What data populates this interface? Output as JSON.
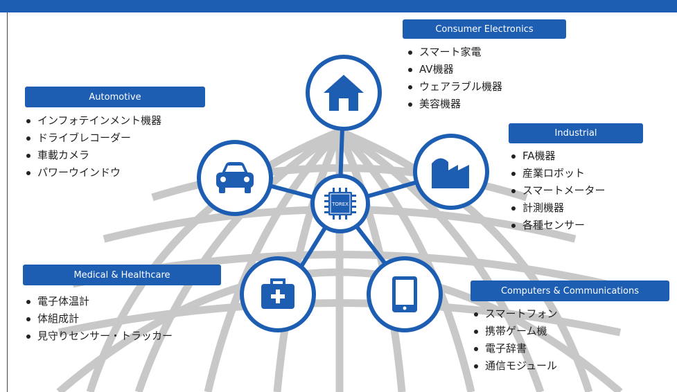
{
  "colors": {
    "brand": "#1d5eb3",
    "globe_lines": "#c8c8c8",
    "text": "#222222"
  },
  "center": {
    "chip_label": "TOREX",
    "icon": "chip-icon"
  },
  "categories": {
    "consumer": {
      "label": "Consumer Electronics",
      "icon": "home-icon",
      "items": [
        "スマート家電",
        "AV機器",
        "ウェアラブル機器",
        "美容機器"
      ]
    },
    "automotive": {
      "label": "Automotive",
      "icon": "car-icon",
      "items": [
        "インフォテインメント機器",
        "ドライブレコーダー",
        "車載カメラ",
        "パワーウインドウ"
      ]
    },
    "industrial": {
      "label": "Industrial",
      "icon": "factory-icon",
      "items": [
        "FA機器",
        "産業ロボット",
        "スマートメーター",
        "計測機器",
        "各種センサー"
      ]
    },
    "medical": {
      "label": "Medical & Healthcare",
      "icon": "medical-kit-icon",
      "items": [
        "電子体温計",
        "体組成計",
        "見守りセンサー・トラッカー"
      ]
    },
    "computers": {
      "label": "Computers & Communications",
      "icon": "tablet-icon",
      "items": [
        "スマートフォン",
        "携帯ゲーム機",
        "電子辞書",
        "通信モジュール"
      ]
    }
  }
}
